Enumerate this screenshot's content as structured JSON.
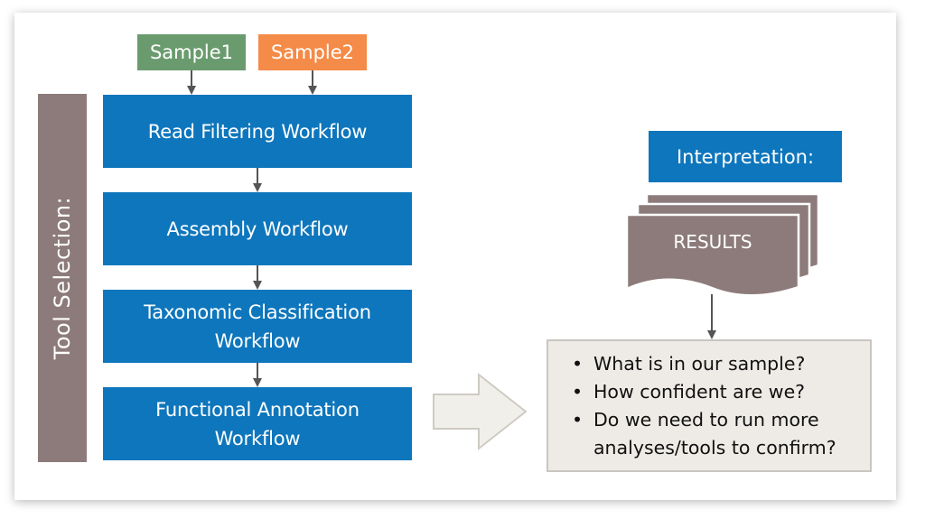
{
  "samples": [
    {
      "label": "Sample1",
      "color": "#6a9b6e"
    },
    {
      "label": "Sample2",
      "color": "#f48b48"
    }
  ],
  "tool_selection_label": "Tool Selection:",
  "workflows": [
    {
      "label": "Read Filtering Workflow"
    },
    {
      "label": "Assembly Workflow"
    },
    {
      "label": "Taxonomic Classification Workflow"
    },
    {
      "label": "Functional Annotation Workflow"
    }
  ],
  "interpretation_label": "Interpretation:",
  "results_label": "RESULTS",
  "questions": [
    "What is in our sample?",
    "How confident are we?",
    "Do we need to run more analyses/tools to confirm?"
  ],
  "colors": {
    "workflow_blue": "#0e76bc",
    "tool_bar": "#8c7b7a",
    "results_doc": "#8c7b7a",
    "question_box": "#eeebe6",
    "arrow_fill": "#f1efe9"
  }
}
